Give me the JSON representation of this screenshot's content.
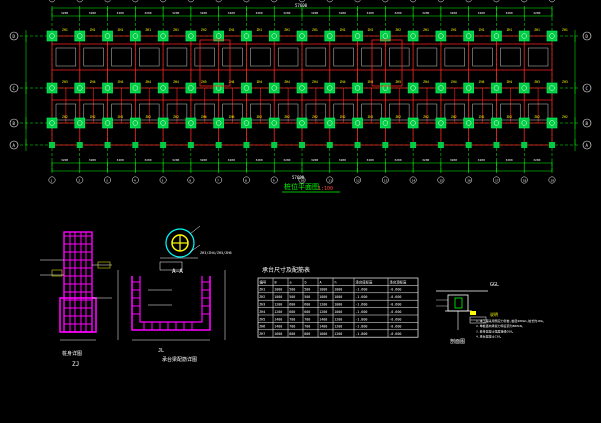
{
  "colors": {
    "background": "#000000",
    "grid_axis": "#ffffff",
    "dimension": "#00ff00",
    "column": "#00cc44",
    "pile_cap_label": "#ffff00",
    "beam_red": "#ff2020",
    "rebar_magenta": "#ff00ff",
    "title_green": "#00ff00"
  },
  "plan": {
    "title": "桩位平面图",
    "scale": "1:100",
    "top_overall_dim": "57600",
    "bottom_overall_dim": "57600",
    "left_axes": [
      "D",
      "C",
      "B",
      "A"
    ],
    "right_axes": [
      "D",
      "C",
      "B",
      "A"
    ],
    "top_axes": [
      "1",
      "2",
      "3",
      "4",
      "5",
      "6",
      "7",
      "8",
      "9",
      "10",
      "11",
      "12",
      "13",
      "14",
      "15",
      "16",
      "17",
      "18",
      "19"
    ],
    "pile_caps_top_row": [
      "ZH1",
      "ZH1",
      "ZH1",
      "ZH1",
      "ZH1",
      "ZH2",
      "ZH1",
      "ZH1",
      "ZH1",
      "ZH1",
      "ZH1",
      "ZH1",
      "ZH2",
      "ZH1",
      "ZH1",
      "ZH1",
      "ZH1",
      "ZH1"
    ],
    "pile_caps_mid_row": [
      "ZH3",
      "ZH4",
      "ZH4",
      "ZH4",
      "ZH4",
      "ZH5",
      "ZH4",
      "ZH4",
      "ZH4",
      "ZH4",
      "ZH4",
      "ZH4",
      "ZH5",
      "ZH4",
      "ZH4",
      "ZH4",
      "ZH4",
      "ZH3"
    ],
    "pile_caps_bot_row": [
      "ZH2",
      "ZH2",
      "ZH2",
      "ZH2",
      "ZH2",
      "ZH6",
      "ZH6",
      "ZH2",
      "ZH2",
      "ZH2",
      "ZH2",
      "ZH2",
      "ZH2",
      "ZH2",
      "ZH2",
      "ZH2",
      "ZH2",
      "ZH2"
    ]
  },
  "pile_section": {
    "label": "A—A",
    "note": "ZH3/ZH4/ZH5/ZH6"
  },
  "pile_detail": {
    "label": "桩身详图",
    "tag": "ZJ"
  },
  "beam_detail": {
    "label": "承台梁配筋详图",
    "tag": "JL"
  },
  "table": {
    "title": "承台尺寸及配筋表",
    "headers": [
      "编号",
      "B",
      "a",
      "b",
      "A",
      "h",
      "承台底标高",
      "承台顶标高"
    ],
    "rows": [
      [
        "ZH1",
        "1000",
        "500",
        "500",
        "1000",
        "1000",
        "-1.600",
        "-0.600"
      ],
      [
        "ZH2",
        "1000",
        "500",
        "500",
        "1000",
        "1000",
        "-1.600",
        "-0.600"
      ],
      [
        "ZH3",
        "1200",
        "600",
        "600",
        "1200",
        "1000",
        "-1.600",
        "-0.600"
      ],
      [
        "ZH4",
        "1200",
        "600",
        "600",
        "1200",
        "1000",
        "-1.600",
        "-0.600"
      ],
      [
        "ZH5",
        "1400",
        "700",
        "700",
        "1400",
        "1200",
        "-1.800",
        "-0.600"
      ],
      [
        "ZH6",
        "1400",
        "700",
        "700",
        "1400",
        "1200",
        "-1.800",
        "-0.600"
      ],
      [
        "ZH7",
        "1600",
        "800",
        "800",
        "1600",
        "1200",
        "-1.800",
        "-0.600"
      ]
    ]
  },
  "ggl_detail": {
    "label": "GGL",
    "sub_label": "剖面图"
  },
  "notes": {
    "title": "说明",
    "lines": [
      "1.本工程采用预应力管桩,桩径400mm,桩长约18m。",
      "2.单桩竖向承载力特征值为800kN。",
      "3.桩身混凝土强度等级C60。",
      "4.承台混凝土C30。"
    ]
  }
}
